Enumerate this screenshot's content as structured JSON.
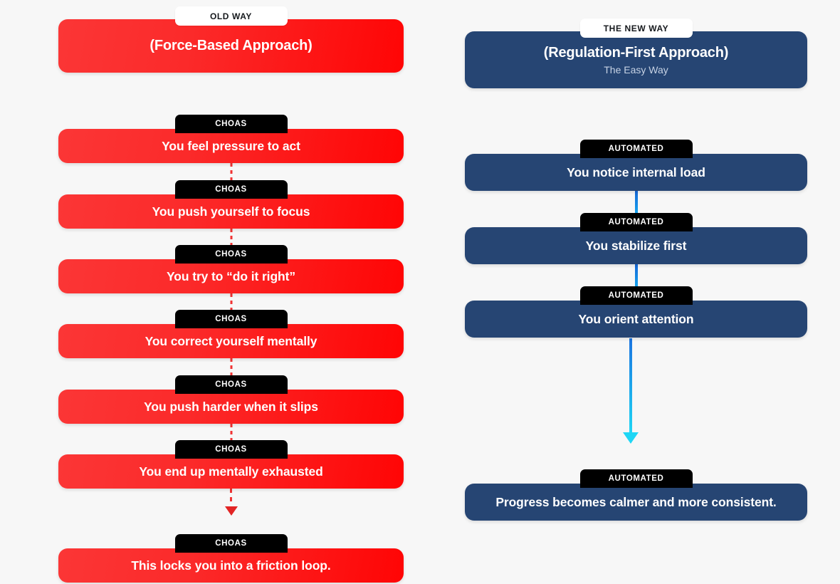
{
  "background_color": "#f7f7f7",
  "columns": {
    "left": {
      "name": "old-way-column",
      "accent_color": "#fb2a2a",
      "header": {
        "badge": "OLD WAY",
        "title": "(Force-Based Approach)",
        "subtitle": ""
      },
      "step_badge_label": "CHOAS",
      "steps": [
        {
          "badge": "CHOAS",
          "label": "You feel pressure to act"
        },
        {
          "badge": "CHOAS",
          "label": "You push yourself to focus"
        },
        {
          "badge": "CHOAS",
          "label": "You try to “do it right”"
        },
        {
          "badge": "CHOAS",
          "label": "You correct yourself mentally"
        },
        {
          "badge": "CHOAS",
          "label": "You push harder when it slips"
        },
        {
          "badge": "CHOAS",
          "label": "You end up mentally exhausted"
        },
        {
          "badge": "CHOAS",
          "label": "This locks you into a friction loop."
        }
      ]
    },
    "right": {
      "name": "new-way-column",
      "accent_color": "#264573",
      "arrow_color": "#1fd6f5",
      "header": {
        "badge": "THE NEW WAY",
        "title": "(Regulation-First Approach)",
        "subtitle": "The Easy Way"
      },
      "step_badge_label": "AUTOMATED",
      "steps": [
        {
          "badge": "AUTOMATED",
          "label": "You notice internal load"
        },
        {
          "badge": "AUTOMATED",
          "label": "You stabilize first"
        },
        {
          "badge": "AUTOMATED",
          "label": "You orient attention"
        },
        {
          "badge": "AUTOMATED",
          "label": "Progress becomes calmer and more consistent."
        }
      ]
    }
  }
}
